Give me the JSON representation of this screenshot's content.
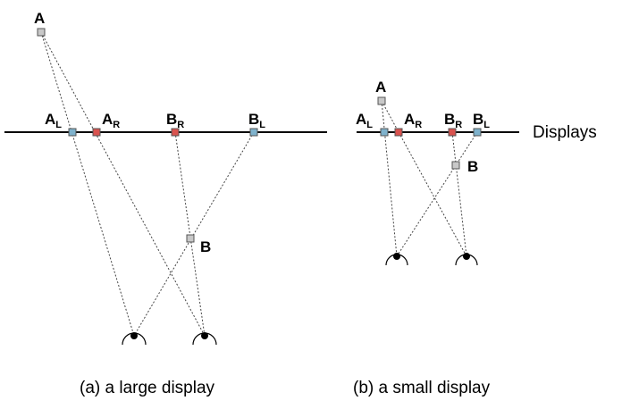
{
  "colors": {
    "left_eye_image": "#7fb2cc",
    "right_eye_image": "#d9534f",
    "object_point": "#c8c8c8"
  },
  "panel_a": {
    "point_a": "A",
    "point_b": "B",
    "al_main": "A",
    "al_sub": "L",
    "ar_main": "A",
    "ar_sub": "R",
    "br_main": "B",
    "br_sub": "R",
    "bl_main": "B",
    "bl_sub": "L",
    "caption": "(a) a large display"
  },
  "panel_b": {
    "point_a": "A",
    "point_b": "B",
    "al_main": "A",
    "al_sub": "L",
    "ar_main": "A",
    "ar_sub": "R",
    "br_main": "B",
    "br_sub": "R",
    "bl_main": "B",
    "bl_sub": "L",
    "caption": "(b) a small display",
    "displays_label": "Displays"
  }
}
